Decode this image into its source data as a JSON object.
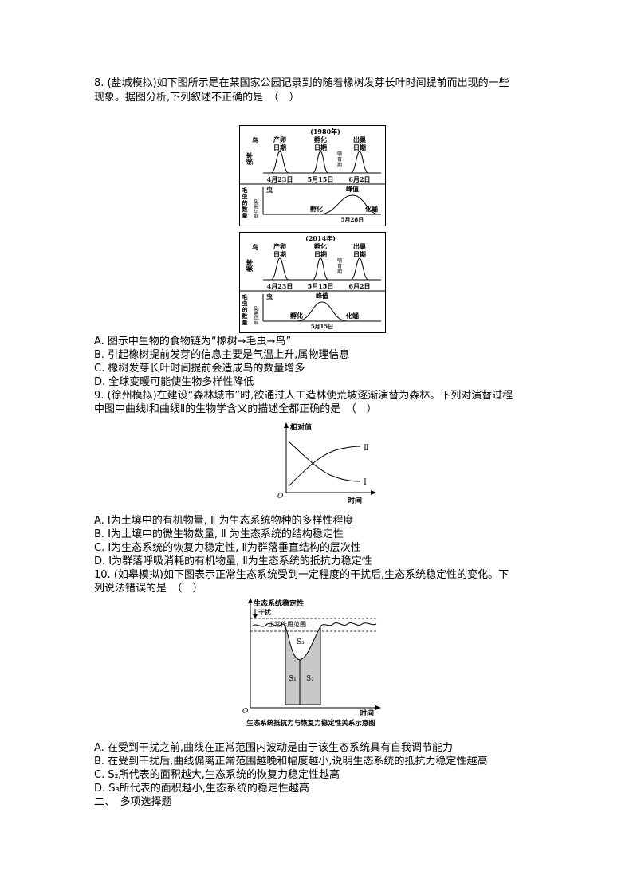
{
  "q8": {
    "stem_line1": "8. (盐城模拟)如下图所示是在某国家公园记录到的随着橡树发芽长叶时间提前而出现的一些",
    "stem_line2": "现象。据图分析,下列叙述不正确的是　（　）",
    "fig1": {
      "year": "(1980年)",
      "bird": "鸟",
      "freq": "频率",
      "lay1": "产卵",
      "lay2": "日期",
      "hatch1": "孵化",
      "hatch2": "日期",
      "out1": "出巢",
      "out2": "日期",
      "raise": "哺育期",
      "d1": "4月23日",
      "d2": "5月15日",
      "d3": "6月2日",
      "cat": "毛虫的数量",
      "area": "单位面积",
      "insect": "虫",
      "peak": "峰值",
      "hatchc": "孵化",
      "pupate": "化蛹",
      "date": "5月28日"
    },
    "fig2": {
      "year": "(2014年)",
      "bird": "鸟",
      "freq": "频率",
      "lay1": "产卵",
      "lay2": "日期",
      "hatch1": "孵化",
      "hatch2": "日期",
      "out1": "出巢",
      "out2": "日期",
      "raise": "哺育期",
      "d1": "4月23日",
      "d2": "5月15日",
      "d3": "6月2日",
      "cat": "毛虫的数量",
      "area": "单位面积",
      "insect": "虫",
      "peak": "峰值",
      "hatchc": "孵化",
      "pupate": "化蛹",
      "date": "5月15日"
    },
    "optA": "A.  图示中生物的食物链为“橡树→毛虫→鸟”",
    "optB": "B.  引起橡树提前发芽的信息主要是气温上升,属物理信息",
    "optC": "C.  橡树发芽长叶时间提前会造成鸟的数量增多",
    "optD": "D.  全球变暖可能使生物多样性降低"
  },
  "q9": {
    "stem_line1": "9. (徐州模拟)在建设“森林城市”时,欲通过人工造林使荒坡逐渐演替为森林。下列对演替过程",
    "stem_line2": "中图中曲线Ⅰ和曲线Ⅱ的生物学含义的描述全都正确的是　（　）",
    "fig": {
      "ylabel": "相对值",
      "xlabel": "时间",
      "origin": "O",
      "c1": "Ⅰ",
      "c2": "Ⅱ"
    },
    "optA": "A.   Ⅰ为土壤中的有机物量, Ⅱ  为生态系统物种的多样性程度",
    "optB": "B.   Ⅰ为土壤中的微生物数量, Ⅱ  为生态系统的结构稳定性",
    "optC": "C.   Ⅰ为生态系统的恢复力稳定性, Ⅱ为群落垂直结构的层次性",
    "optD": "D.   Ⅰ为群落呼吸消耗的有机物量, Ⅱ为生态系统的抵抗力稳定性"
  },
  "q10": {
    "stem_line1": "10. (如皋模拟)如下图表示正常生态系统受到一定程度的干扰后,生态系统稳定性的变化。下",
    "stem_line2": "列说法错误的是　（　）",
    "fig": {
      "ylabel": "生态系统稳定性",
      "disturb": "干扰",
      "range": "正常作用范围",
      "s1": "S₁",
      "s2": "S₂",
      "s3": "S₃",
      "origin": "O",
      "xlabel": "时间",
      "caption": "生态系统抵抗力与恢复力稳定性关系示意图"
    },
    "optA": "A.  在受到干扰之前,曲线在正常范围内波动是由于该生态系统具有自我调节能力",
    "optB": "B.  在受到干扰后,曲线偏离正常范围越晚和幅度越小,说明生态系统的抵抗力稳定性越高",
    "optC": "C. S₂所代表的面积越大,生态系统的恢复力稳定性越高",
    "optD": "D. S₃所代表的面积越小,生态系统的稳定性越高"
  },
  "section2": "二、　多项选择题"
}
